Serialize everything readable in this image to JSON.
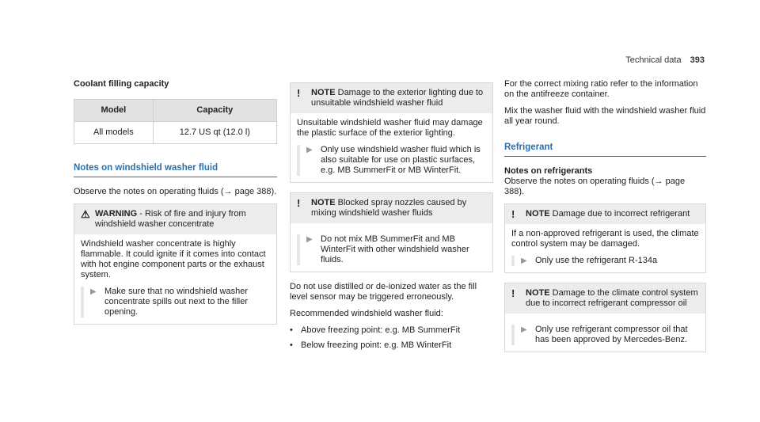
{
  "header": {
    "section": "Technical data",
    "page_number": "393"
  },
  "coolant": {
    "title": "Coolant filling capacity",
    "table": {
      "headers": [
        "Model",
        "Capacity"
      ],
      "rows": [
        [
          "All models",
          "12.7 US qt (12.0 l)"
        ]
      ]
    }
  },
  "washer": {
    "title": "Notes on windshield washer fluid",
    "observe": "Observe the notes on operating fluids (→ page 388).",
    "warning": {
      "label": "WARNING",
      "heading": " - Risk of fire and injury from windshield washer concentrate",
      "body": "Windshield washer concentrate is highly flammable. It could ignite if it comes into contact with hot engine component parts or the exhaust system.",
      "step": "Make sure that no windshield washer concentrate spills out next to the filler opening."
    },
    "note1": {
      "label": "NOTE",
      "heading": " Damage to the exterior lighting due to unsuitable windshield washer fluid",
      "body": "Unsuitable windshield washer fluid may damage the plastic surface of the exterior lighting.",
      "step": "Only use windshield washer fluid which is also suitable for use on plastic surfaces, e.g. MB SummerFit or MB WinterFit."
    },
    "note2": {
      "label": "NOTE",
      "heading": " Blocked spray nozzles caused by mixing windshield washer fluids",
      "step": "Do not mix MB SummerFit and MB WinterFit with other windshield washer fluids."
    },
    "distilled": "Do not use distilled or de-ionized water as the fill level sensor may be triggered erroneously.",
    "recommended": "Recommended windshield washer fluid:",
    "bullets": [
      "Above freezing point: e.g. MB SummerFit",
      "Below freezing point: e.g. MB WinterFit"
    ],
    "mixing": "For the correct mixing ratio refer to the information on the antifreeze container.",
    "mix_all_year": "Mix the washer fluid with the windshield washer fluid all year round."
  },
  "refrigerant": {
    "title": "Refrigerant",
    "subtitle": "Notes on refrigerants",
    "observe": "Observe the notes on operating fluids (→ page 388).",
    "note1": {
      "label": "NOTE",
      "heading": " Damage due to incorrect refrigerant",
      "body": "If a non-approved refrigerant is used, the climate control system may be damaged.",
      "step": "Only use the refrigerant R-134a"
    },
    "note2": {
      "label": "NOTE",
      "heading": " Damage to the climate control system due to incorrect refrigerant compressor oil",
      "step": "Only use refrigerant compressor oil that has been approved by Mercedes-Benz."
    }
  }
}
